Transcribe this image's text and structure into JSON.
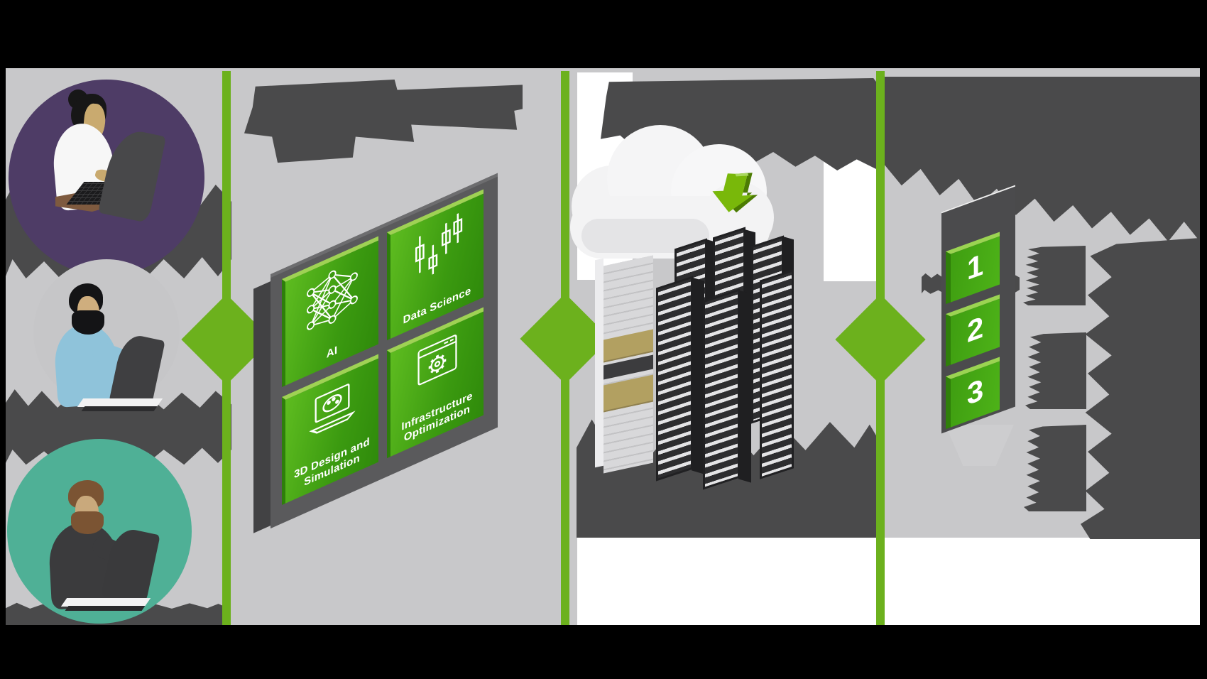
{
  "meta": {
    "description": "Isometric marketing diagram: three users at laptops flow to a 2x2 board of accelerated workloads, to a cloud downloading onto server racks, to a 3-step panel. All headings and captions are redacted gray blocks.",
    "note": "All paragraph and heading text in the source image is masked by solid gray blocks; only tile labels and step numbers are legible."
  },
  "palette": {
    "accent_green": "#76b900",
    "line_green": "#6cb11d",
    "tile_green": "#3b9a10",
    "tile_bevel_green": "#9fd254",
    "mask_gray": "#4a4a4b",
    "panel_gray": "#5a5a5c",
    "canvas_gray": "#c8c8ca",
    "circle_purple": "#4e3c66",
    "circle_gray": "#c6c6c8",
    "circle_teal": "#4fb096",
    "cloud_white": "#f3f3f4",
    "rack_dark": "#2d2d2f",
    "rack_light": "#d8d8da",
    "rack_tan": "#b2a061"
  },
  "avatars": [
    {
      "id": "avatar-1",
      "bg": "#4e3c66",
      "icon": "woman-typing-on-laptop-icon"
    },
    {
      "id": "avatar-2",
      "bg": "#c6c6c8",
      "icon": "man-writing-with-stylus-icon"
    },
    {
      "id": "avatar-3",
      "bg": "#4fb096",
      "icon": "man-typing-on-laptop-icon"
    }
  ],
  "workloads": {
    "tiles": [
      {
        "label": "AI",
        "icon": "neural-network-icon"
      },
      {
        "label": "Data Science",
        "icon": "candlestick-chart-icon"
      },
      {
        "label": "3D Design and\nSimulation",
        "icon": "laptop-palette-icon"
      },
      {
        "label": "Infrastructure\nOptimization",
        "icon": "window-gear-icon"
      }
    ]
  },
  "deployment": {
    "icons": [
      "cloud-icon",
      "download-arrow-icon",
      "server-racks-icon"
    ]
  },
  "steps": {
    "items": [
      {
        "number": "1"
      },
      {
        "number": "2"
      },
      {
        "number": "3"
      }
    ]
  }
}
